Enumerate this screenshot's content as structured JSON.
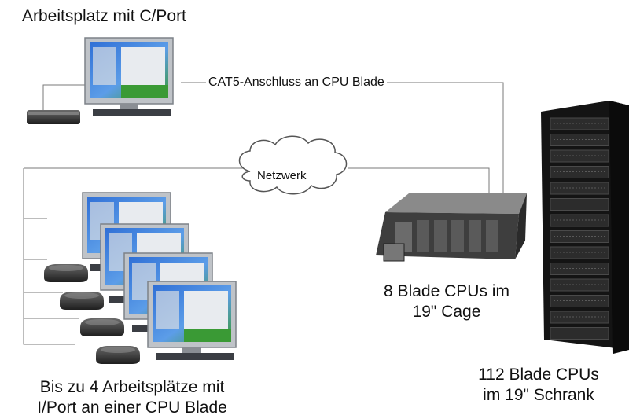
{
  "labels": {
    "top_workstation": "Arbeitsplatz mit C/Port",
    "cat5_connection": "CAT5-Anschluss an CPU Blade",
    "network": "Netzwerk",
    "cage_line1": "8 Blade CPUs im",
    "cage_line2": "19\" Cage",
    "rack_line1": "112 Blade CPUs",
    "rack_line2": "im 19\" Schrank",
    "workstations_line1": "Bis zu 4 Arbeitsplätze mit",
    "workstations_line2": "I/Port an einer CPU Blade"
  },
  "colors": {
    "line": "#7a7a7a",
    "screen_blue": "#2f6fd6",
    "screen_green": "#3a9a35",
    "rack": "#141414",
    "cage": "#4a4a4a"
  }
}
